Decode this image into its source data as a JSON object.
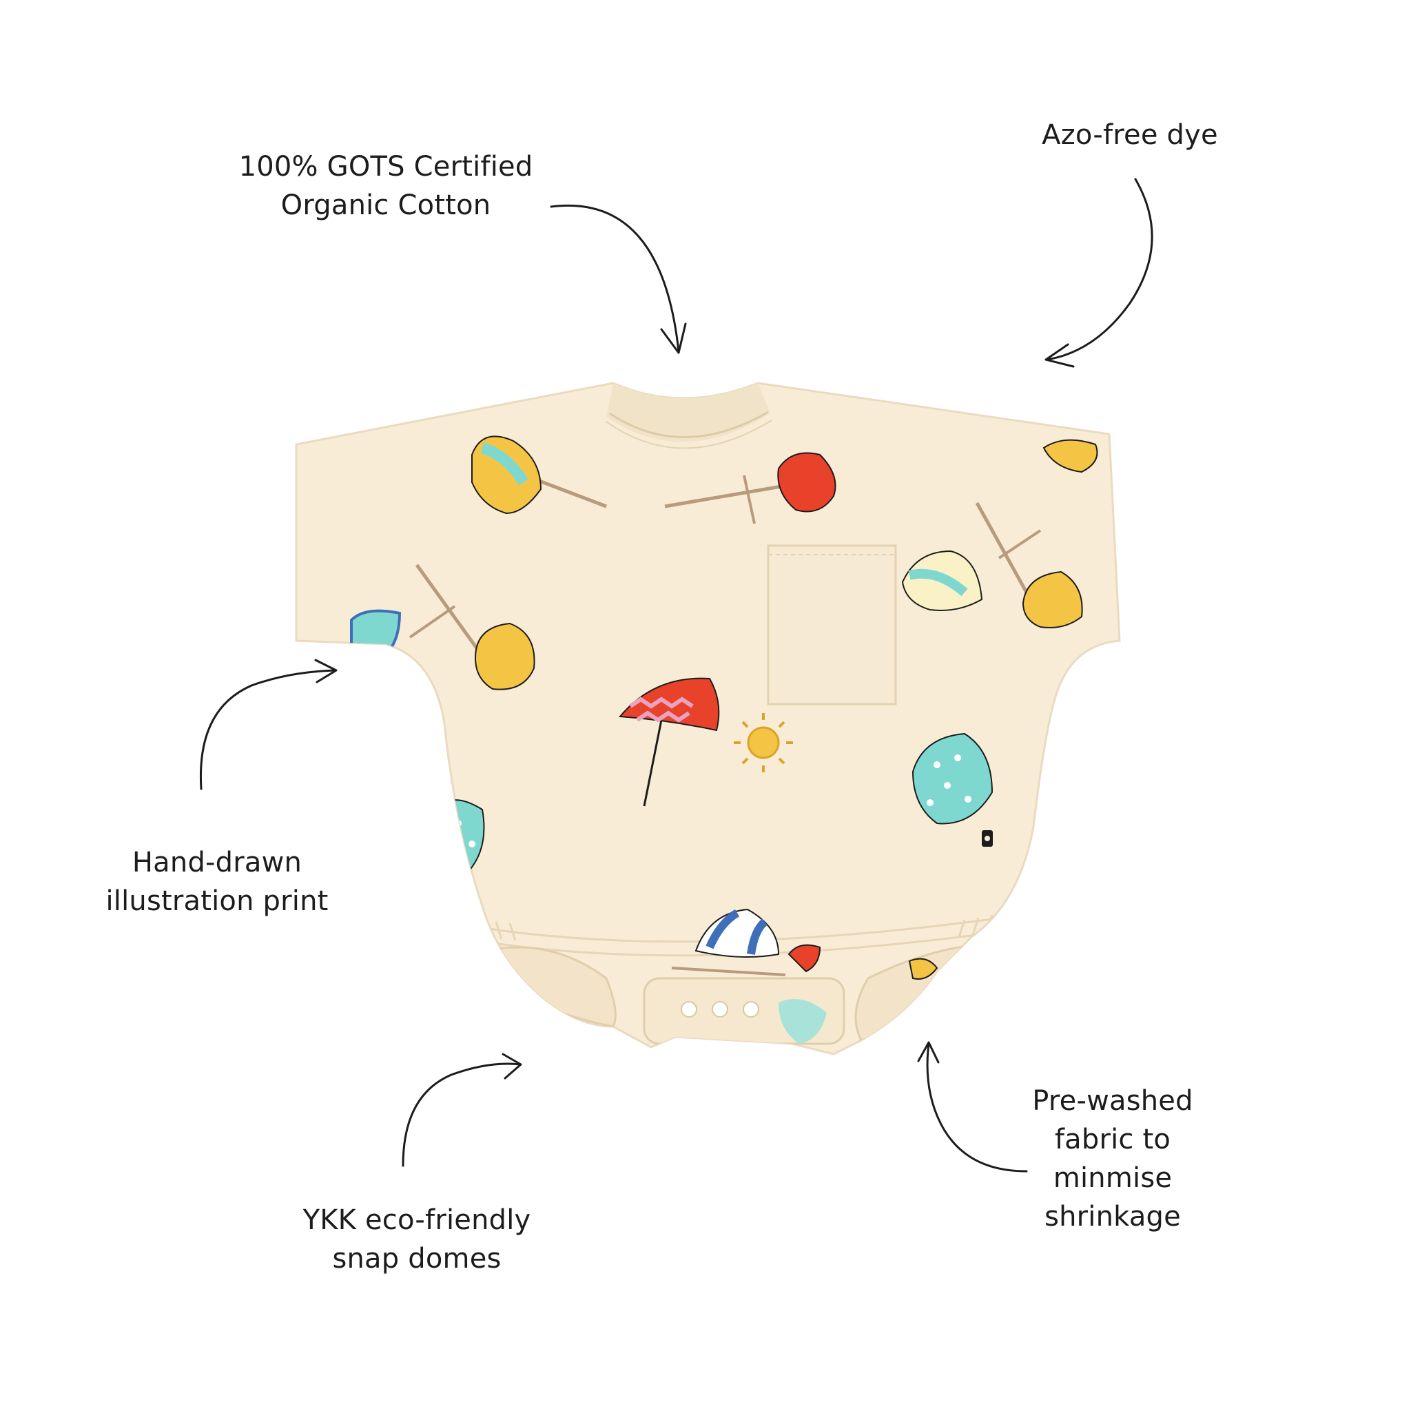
{
  "features": {
    "cotton": {
      "line1": "100% GOTS Certified",
      "line2": "Organic Cotton"
    },
    "dye": {
      "line1": "Azo-free dye"
    },
    "print": {
      "line1": "Hand-drawn",
      "line2": "illustration print"
    },
    "snaps": {
      "line1": "YKK eco-friendly",
      "line2": "snap domes"
    },
    "prewashed": {
      "line1": "Pre-washed",
      "line2": "fabric to",
      "line3": "minmise",
      "line4": "shrinkage"
    }
  },
  "colors": {
    "fabric": "#f8ecd6",
    "fabric_shadow": "#ecdcc0",
    "ink": "#1c1c1c",
    "yellow": "#f4c445",
    "turquoise": "#7fd8d0",
    "red": "#e8432a",
    "pink": "#e9a2c0",
    "blue": "#3e6fb8"
  },
  "icons": {
    "arrow": "hand-drawn-curved-arrow",
    "garment": "baby-romper-with-umbrella-print"
  }
}
